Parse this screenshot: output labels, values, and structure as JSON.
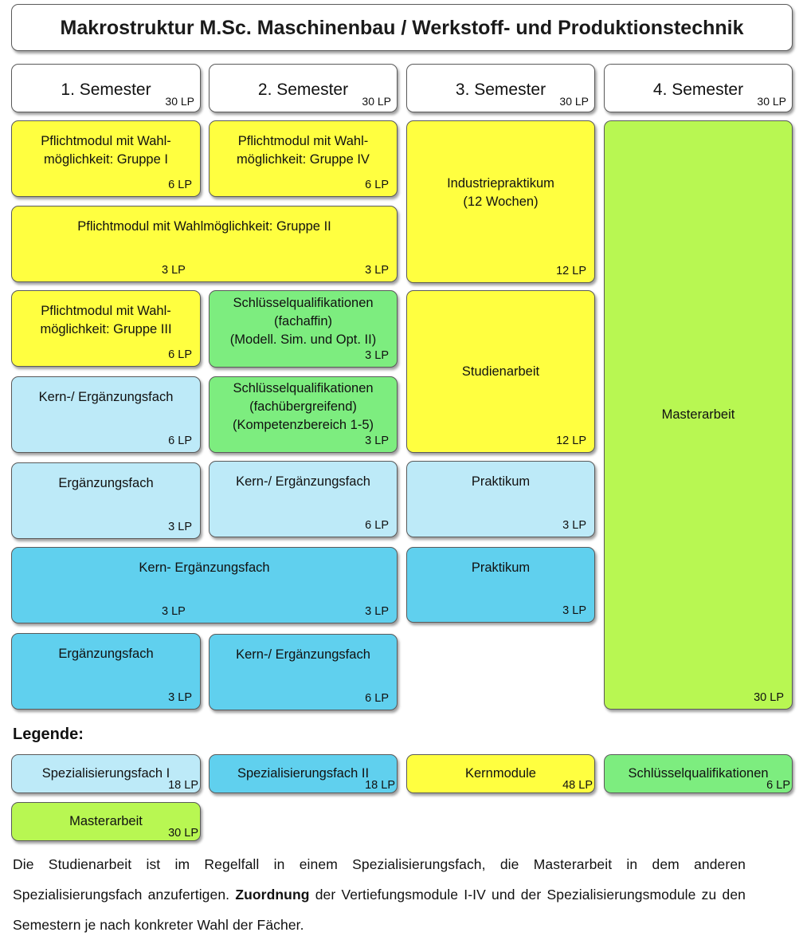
{
  "title": "Makrostruktur M.Sc. Maschinenbau / Werkstoff- und Produktionstechnik",
  "semesters": [
    {
      "label": "1. Semester",
      "lp": "30 LP"
    },
    {
      "label": "2. Semester",
      "lp": "30 LP"
    },
    {
      "label": "3. Semester",
      "lp": "30 LP"
    },
    {
      "label": "4. Semester",
      "lp": "30 LP"
    }
  ],
  "modules": {
    "gruppe1": {
      "text": "Pflichtmodul mit Wahl-\nmöglichkeit: Gruppe I",
      "lp": "6 LP"
    },
    "gruppe4": {
      "text": "Pflichtmodul mit Wahl-\nmöglichkeit: Gruppe IV",
      "lp": "6 LP"
    },
    "industrie": {
      "text": "Industriepraktikum\n(12 Wochen)",
      "lp": "12 LP"
    },
    "masterarbeit": {
      "text": "Masterarbeit",
      "lp": "30 LP"
    },
    "gruppe2": {
      "text": "Pflichtmodul mit Wahlmöglichkeit: Gruppe II",
      "lp1": "3 LP",
      "lp2": "3 LP"
    },
    "gruppe3": {
      "text": "Pflichtmodul mit Wahl-\nmöglichkeit: Gruppe III",
      "lp": "6 LP"
    },
    "sq_fachaffin": {
      "text": "Schlüsselqualifikationen\n(fachaffin)\n(Modell. Sim. und Opt. II)",
      "lp": "3 LP"
    },
    "studienarbeit": {
      "text": "Studienarbeit",
      "lp": "12 LP"
    },
    "kern_erg_1": {
      "text": "Kern-/ Ergänzungsfach",
      "lp": "6 LP"
    },
    "sq_fachuebergreifend": {
      "text": "Schlüsselqualifikationen\n(fachübergreifend)\n(Kompetenzbereich 1-5)",
      "lp": "3 LP"
    },
    "ergaenzung_1": {
      "text": "Ergänzungsfach",
      "lp": "3 LP"
    },
    "kern_erg_2": {
      "text": "Kern-/ Ergänzungsfach",
      "lp": "6 LP"
    },
    "praktikum_1": {
      "text": "Praktikum",
      "lp": "3 LP"
    },
    "kern_erg_wide": {
      "text": "Kern- Ergänzungsfach",
      "lp1": "3 LP",
      "lp2": "3 LP"
    },
    "praktikum_2": {
      "text": "Praktikum",
      "lp": "3 LP"
    },
    "ergaenzung_2": {
      "text": "Ergänzungsfach",
      "lp": "3 LP"
    },
    "kern_erg_3": {
      "text": "Kern-/ Ergänzungsfach",
      "lp": "6 LP"
    }
  },
  "legend": {
    "title": "Legende:",
    "items": [
      {
        "label": "Spezialisierungsfach I",
        "lp": "18 LP",
        "color": "#bdeaf8"
      },
      {
        "label": "Spezialisierungsfach II",
        "lp": "18 LP",
        "color": "#60d0ee"
      },
      {
        "label": "Kernmodule",
        "lp": "48 LP",
        "color": "#ffff40"
      },
      {
        "label": "Schlüsselqualifikationen",
        "lp": "6 LP",
        "color": "#7ded7f"
      },
      {
        "label": "Masterarbeit",
        "lp": "30 LP",
        "color": "#b8f752"
      }
    ]
  },
  "footnote": {
    "part1": "Die Studienarbeit ist im Regelfall in einem Spezialisierungsfach, die Masterarbeit in dem anderen Spezialisierungsfach anzufertigen. ",
    "bold": "Zuordnung",
    "part2": " der Vertiefungsmodule I-IV und der Spezialisierungsmodule zu den Semestern je nach konkreter Wahl der Fächer."
  }
}
